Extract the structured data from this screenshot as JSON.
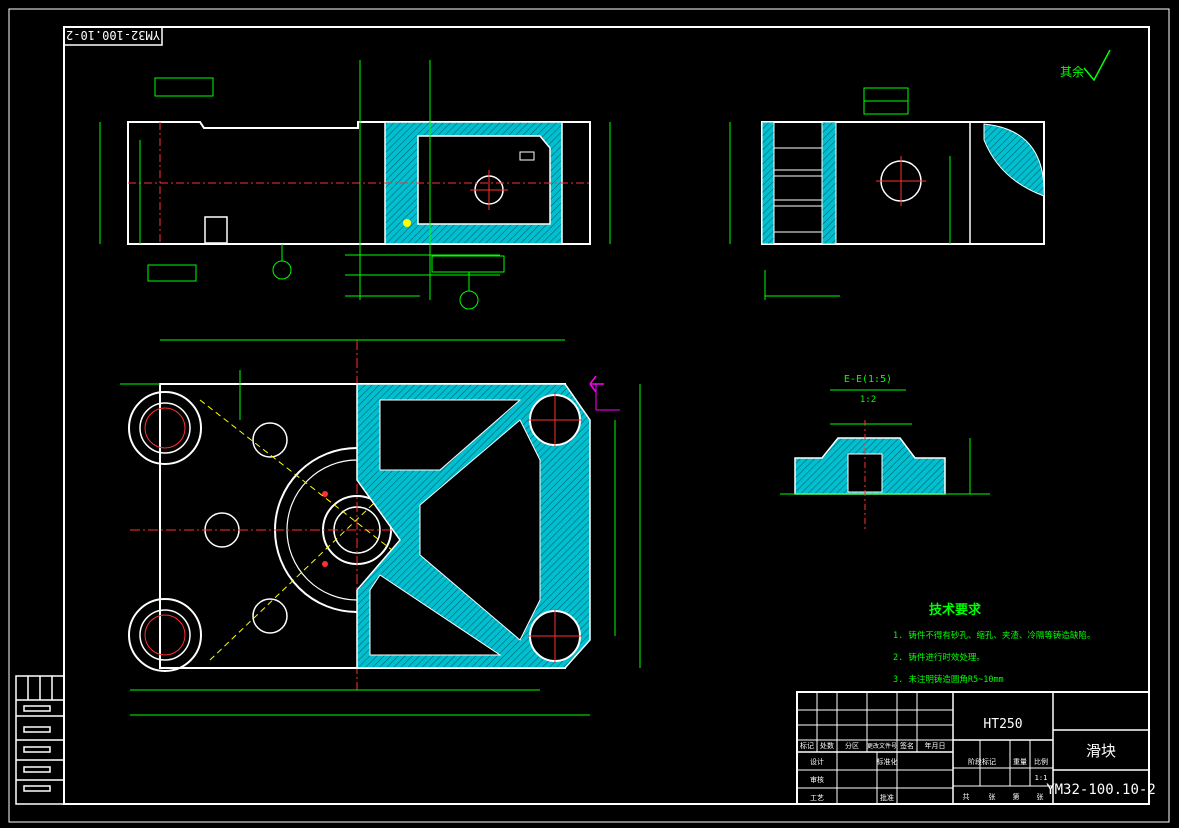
{
  "corner_stamp": {
    "reversed_text": "YM32-100.10-2"
  },
  "roughness_note": {
    "label": "其余",
    "symbol": "√"
  },
  "material": "HT250",
  "part_name": "滑块",
  "drawing_number": "YM32-100.10-2",
  "scale": "1:1",
  "tech_requirements": {
    "title": "技术要求",
    "items": [
      "1. 铸件不得有砂孔、缩孔、夹渣、冷隔等铸造缺陷。",
      "2. 铸件进行时效处理。",
      "3. 未注明铸造圆角R5~10mm"
    ]
  },
  "section_view": {
    "title": "E-E(1:5)",
    "scale": "1:2"
  },
  "title_block": {
    "row_labels": [
      "标记",
      "处数",
      "分区",
      "更改文件号",
      "签名",
      "年月日"
    ],
    "role_labels": [
      "设计",
      "审核",
      "工艺",
      "标准化",
      "批准"
    ],
    "stage_labels": [
      "阶段标记",
      "重量",
      "比例"
    ],
    "sheet_labels": [
      "共",
      "张",
      "第",
      "张"
    ]
  }
}
